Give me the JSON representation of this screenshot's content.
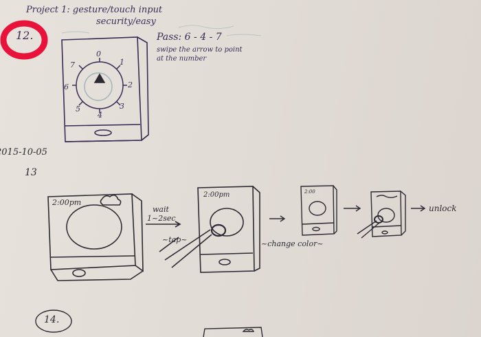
{
  "image": {
    "background": "#e4ddd6",
    "ink_purple": "#3a2a55",
    "ink_dark": "#2b2a33",
    "highlight_red": "#e8123a"
  },
  "header": {
    "project_line1": "Project 1: gesture/touch input",
    "project_line2": "security/easy"
  },
  "sketch12": {
    "number": "12.",
    "pass": "Pass: 6 - 4 - 7",
    "instruction_line1": "swipe the arrow to point",
    "instruction_line2": "at the number",
    "dial_numbers": [
      "0",
      "1",
      "2",
      "3",
      "4",
      "5",
      "6",
      "7"
    ]
  },
  "date": "2015-10-05",
  "sketch13": {
    "number": "13",
    "time_label": "2:00pm",
    "time_label_small": "2:00pm",
    "time_label_tiny": "2:00",
    "wait_line1": "wait",
    "wait_line2": "1~2sec",
    "tap_label": "~tap~",
    "change_color_label": "~change color~",
    "unlock_label": "unlock"
  },
  "sketch14": {
    "number": "14."
  }
}
